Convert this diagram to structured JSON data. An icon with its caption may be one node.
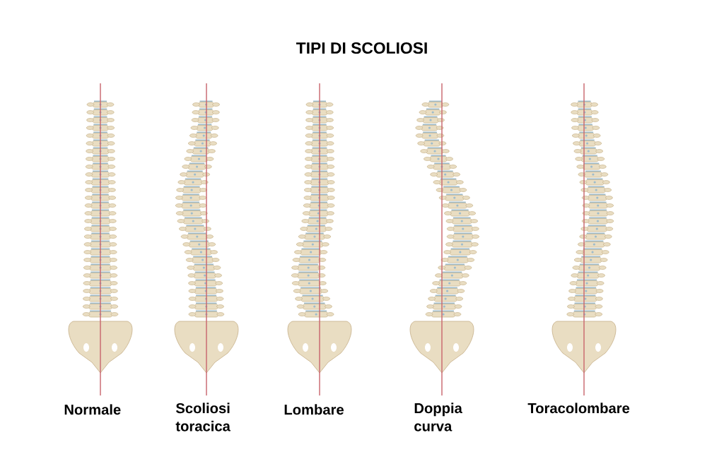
{
  "diagram": {
    "title": "TIPI DI SCOLIOSI",
    "labels": [
      "Normale",
      "Scoliosi toracica",
      "Lombare",
      "Doppia curva",
      "Toracolombare"
    ]
  }
}
